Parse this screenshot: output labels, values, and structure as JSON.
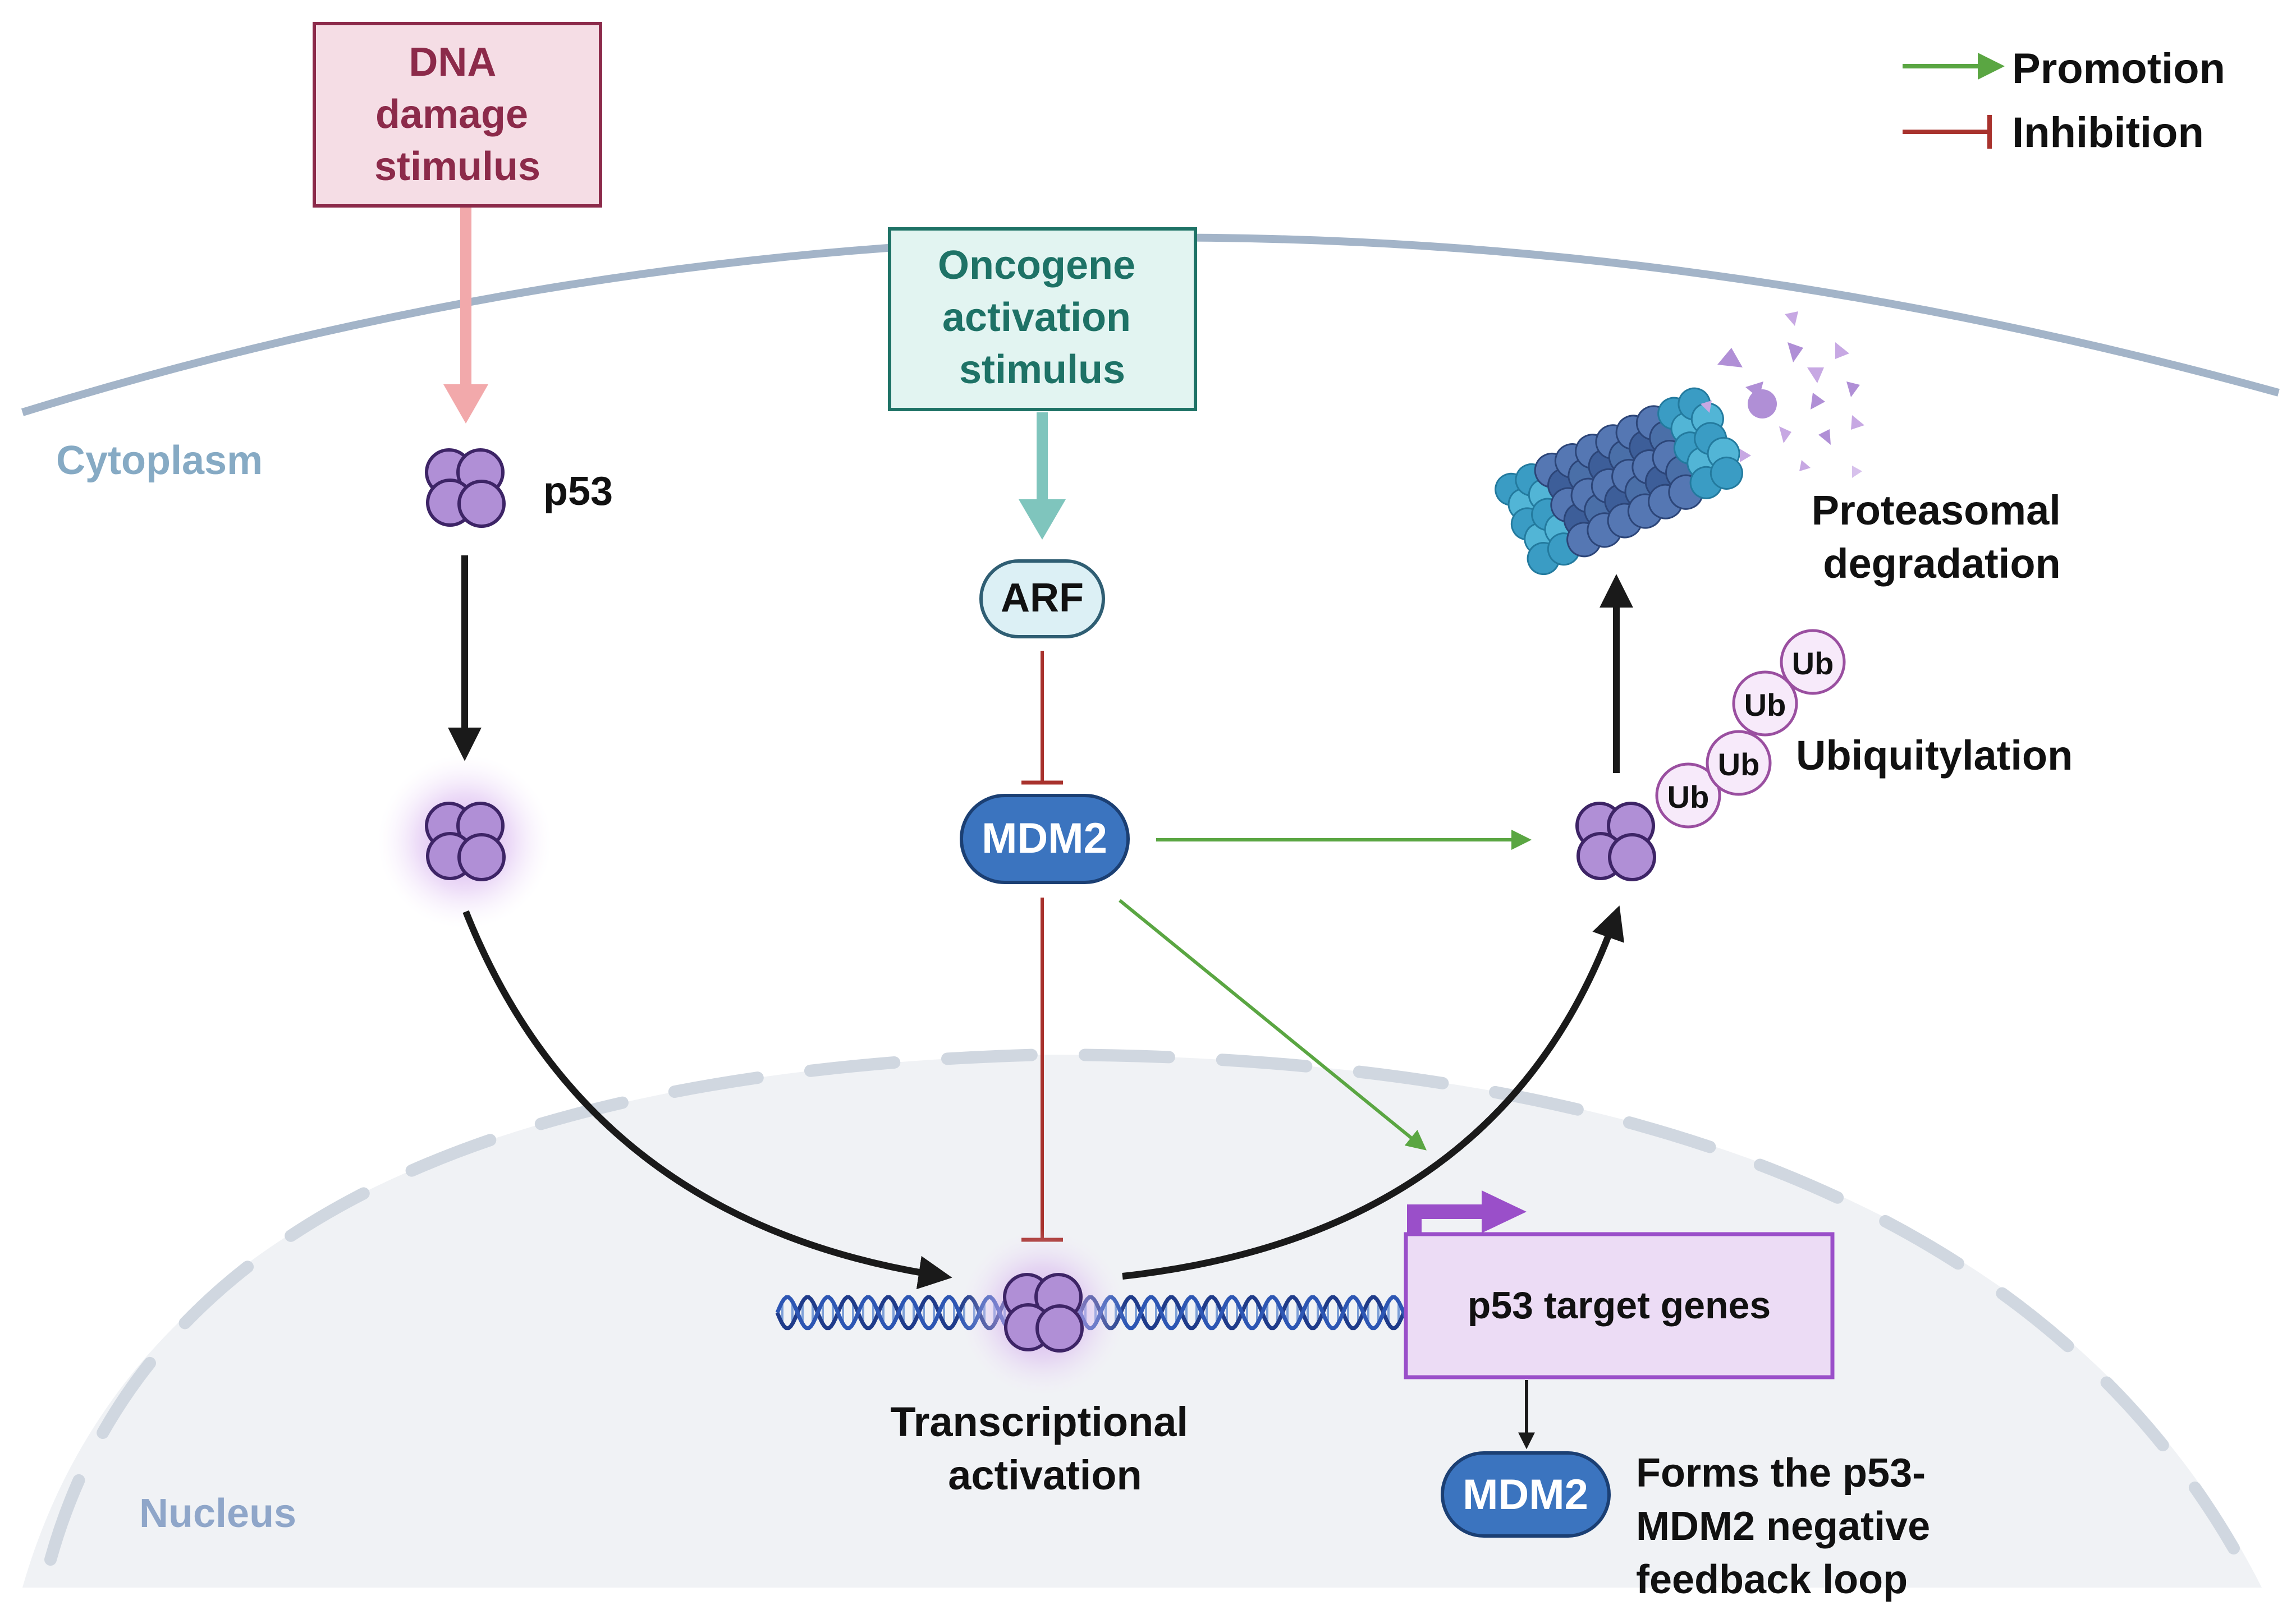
{
  "legend": {
    "promotion_label": "Promotion",
    "inhibition_label": "Inhibition"
  },
  "stimuli": {
    "dna_damage": [
      "DNA",
      "damage",
      "stimulus"
    ],
    "oncogene": [
      "Oncogene",
      "activation",
      "stimulus"
    ]
  },
  "compartments": {
    "cytoplasm": "Cytoplasm",
    "nucleus": "Nucleus"
  },
  "proteins": {
    "p53": "p53",
    "arf": "ARF",
    "mdm2": "MDM2",
    "mdm2_nuclear": "MDM2",
    "ub": "Ub"
  },
  "processes": {
    "proteasomal": [
      "Proteasomal",
      "degradation"
    ],
    "ubiquitylation": "Ubiquitylation",
    "transcriptional": [
      "Transcriptional",
      "activation"
    ],
    "target_genes": "p53 target genes",
    "feedback": [
      "Forms the p53-",
      "MDM2 negative",
      "feedback loop"
    ]
  },
  "colors": {
    "promotion": "#5aa642",
    "inhibition": "#a8322d",
    "p53_fill": "#b08fd6",
    "p53_stroke": "#3d2466",
    "mdm2_fill": "#3b74bf",
    "arf_fill": "#dcf0f5",
    "dna_damage": "#8c2a4a",
    "oncogene": "#1e7266",
    "cytoplasm_label": "#86aac4",
    "nucleus_label": "#8fa6c9",
    "membrane": "#a3b4c8",
    "target_box": "#9a4fc9"
  }
}
